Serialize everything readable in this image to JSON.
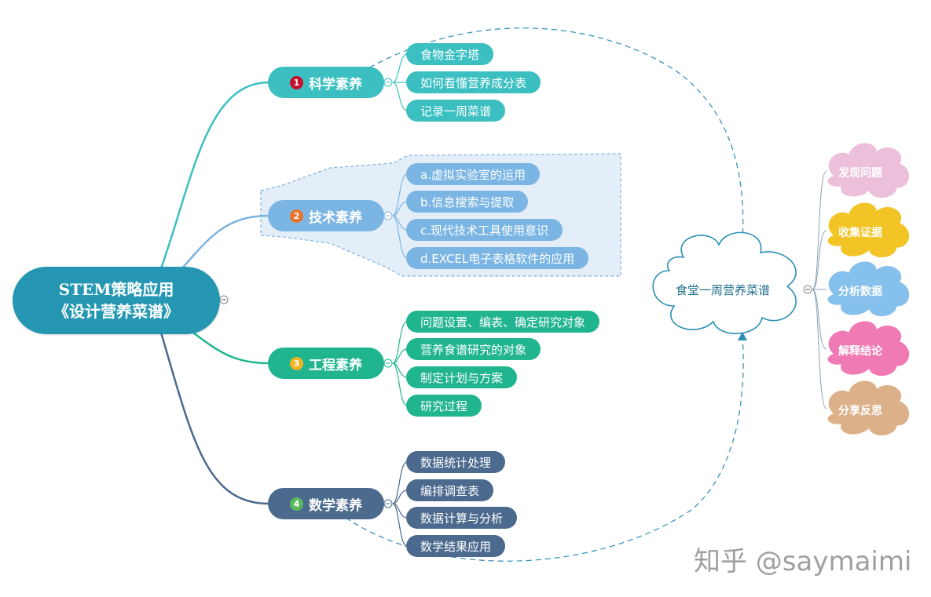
{
  "root": {
    "line1": "STEM策略应用",
    "line2": "《设计营养菜谱》"
  },
  "branches": [
    {
      "id": "science",
      "number": "1",
      "label": "科学素养",
      "color": "#3bbfc1",
      "badge_color": "#c8102e",
      "items": [
        "食物金字塔",
        "如何看懂营养成分表",
        "记录一周菜谱"
      ]
    },
    {
      "id": "tech",
      "number": "2",
      "label": "技术素养",
      "color": "#7ab5e3",
      "badge_color": "#e8742a",
      "items": [
        "a.虚拟实验室的运用",
        "b.信息搜索与提取",
        "c.现代技术工具使用意识",
        "d.EXCEL电子表格软件的应用"
      ]
    },
    {
      "id": "engineering",
      "number": "3",
      "label": "工程素养",
      "color": "#21b58f",
      "badge_color": "#f0b323",
      "items": [
        "问题设置、编表、确定研究对象",
        "营养食谱研究的对象",
        "制定计划与方案",
        "研究过程"
      ]
    },
    {
      "id": "math",
      "number": "4",
      "label": "数学素养",
      "color": "#4b6a8e",
      "badge_color": "#5cb85c",
      "items": [
        "数据统计处理",
        "编排调查表",
        "数据计算与分析",
        "数学结果应用"
      ]
    }
  ],
  "center_cloud": {
    "label": "食堂一周营养菜谱"
  },
  "steps": [
    {
      "label": "发现问题",
      "fill": "#ecc0da",
      "text_color": "#ffffff"
    },
    {
      "label": "收集证据",
      "fill": "#f3c425",
      "text_color": "#ffffff"
    },
    {
      "label": "分析数据",
      "fill": "#86c0ec",
      "text_color": "#ffffff"
    },
    {
      "label": "解释结论",
      "fill": "#f07ab3",
      "text_color": "#ffffff"
    },
    {
      "label": "分享反思",
      "fill": "#dcb18a",
      "text_color": "#ffffff"
    }
  ],
  "watermark": "知乎 @saymaimi"
}
